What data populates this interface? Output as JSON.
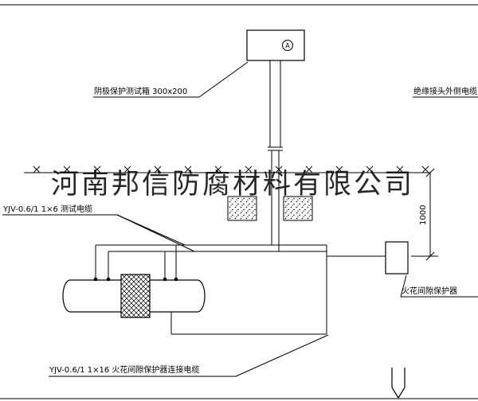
{
  "diagram": {
    "watermark": "河南邦信防腐材料有限公司",
    "test_box": {
      "label": "阴极保护测试箱 300x200",
      "meter_symbol": "A"
    },
    "annotations": {
      "insulated_joint_cable": "绝缘接头外侧电缆",
      "test_cable": "YJV-0.6/1  1×6  测试电缆",
      "spark_gap_protector": "火花间隙保护器",
      "connection_cable": "YJV-0.6/1  1×16  火花间隙保护器连接电缆",
      "depth_dimension": "1000"
    },
    "colors": {
      "line": "#000000",
      "background": "#ffffff"
    }
  }
}
